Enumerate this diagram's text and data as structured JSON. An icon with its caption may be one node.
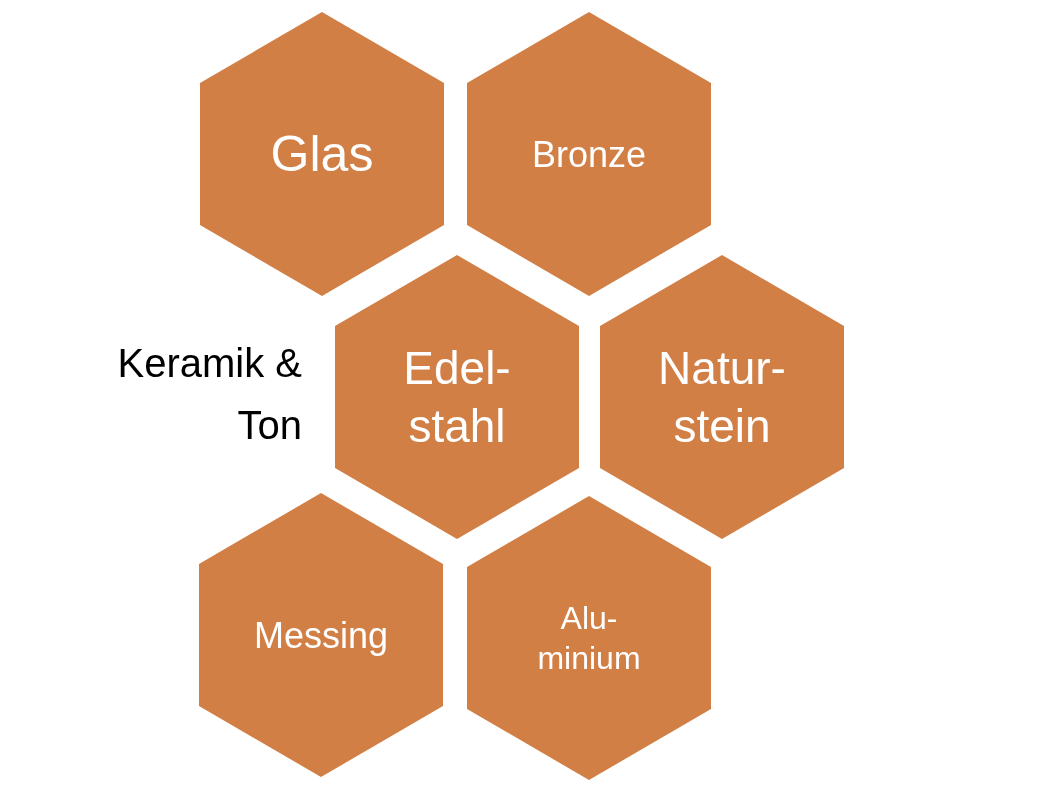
{
  "diagram": {
    "nodes": [
      {
        "text": [
          "Glas"
        ]
      },
      {
        "text": [
          "Bronze"
        ]
      },
      {
        "text": [
          "Edel- stahl"
        ]
      },
      {
        "text": [
          "Natur- stein"
        ]
      },
      {
        "text": [
          "Messing"
        ]
      },
      {
        "text": [
          "Alu- minium"
        ]
      }
    ],
    "edges": [],
    "labels": [
      "Keramik & Ton"
    ]
  }
}
